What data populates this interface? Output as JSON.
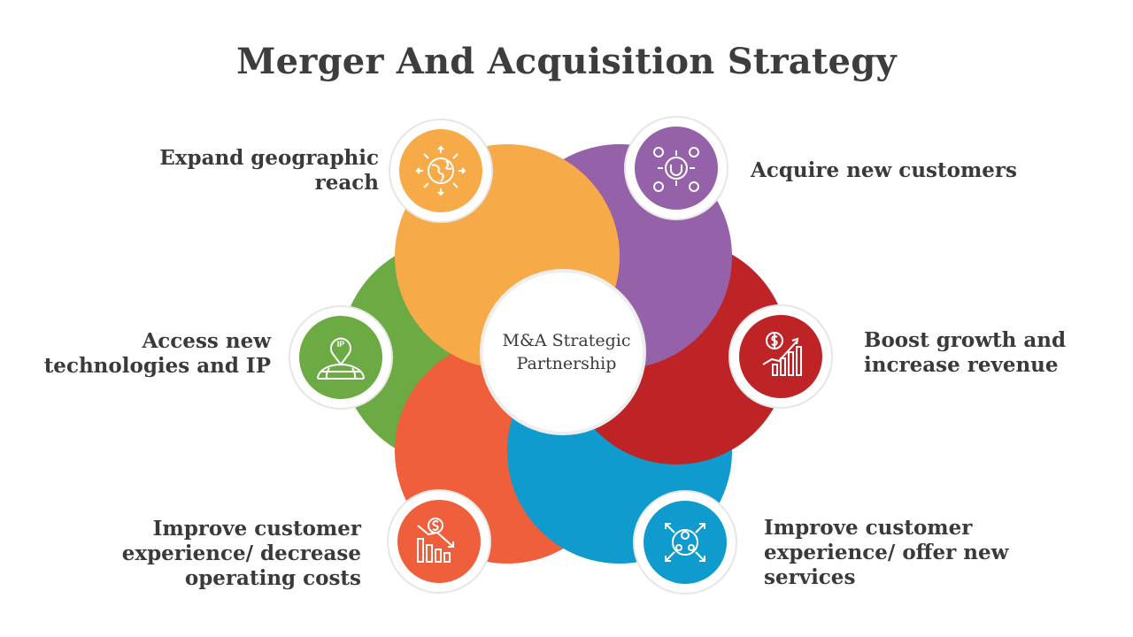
{
  "title": "Merger And Acquisition Strategy",
  "center": {
    "line1": "M&A Strategic",
    "line2": "Partnership"
  },
  "items": [
    {
      "lines": [
        "Expand geographic",
        "reach"
      ],
      "icon": "globe-arrows-icon",
      "color": "#F7AA48"
    },
    {
      "lines": [
        "Acquire new customers"
      ],
      "icon": "magnet-customers-icon",
      "color": "#9561A8"
    },
    {
      "lines": [
        "Boost growth and",
        "increase revenue"
      ],
      "icon": "dollar-growth-chart-icon",
      "color": "#BE2426"
    },
    {
      "lines": [
        "Improve customer",
        "experience/ offer new",
        "services"
      ],
      "icon": "customer-network-icon",
      "color": "#109BCE"
    },
    {
      "lines": [
        "Improve customer",
        "experience/ decrease",
        "operating costs"
      ],
      "icon": "cost-decrease-chart-icon",
      "color": "#F05F3C"
    },
    {
      "lines": [
        "Access new",
        "technologies and IP"
      ],
      "icon": "ip-location-globe-icon",
      "color": "#6CAB44"
    }
  ]
}
